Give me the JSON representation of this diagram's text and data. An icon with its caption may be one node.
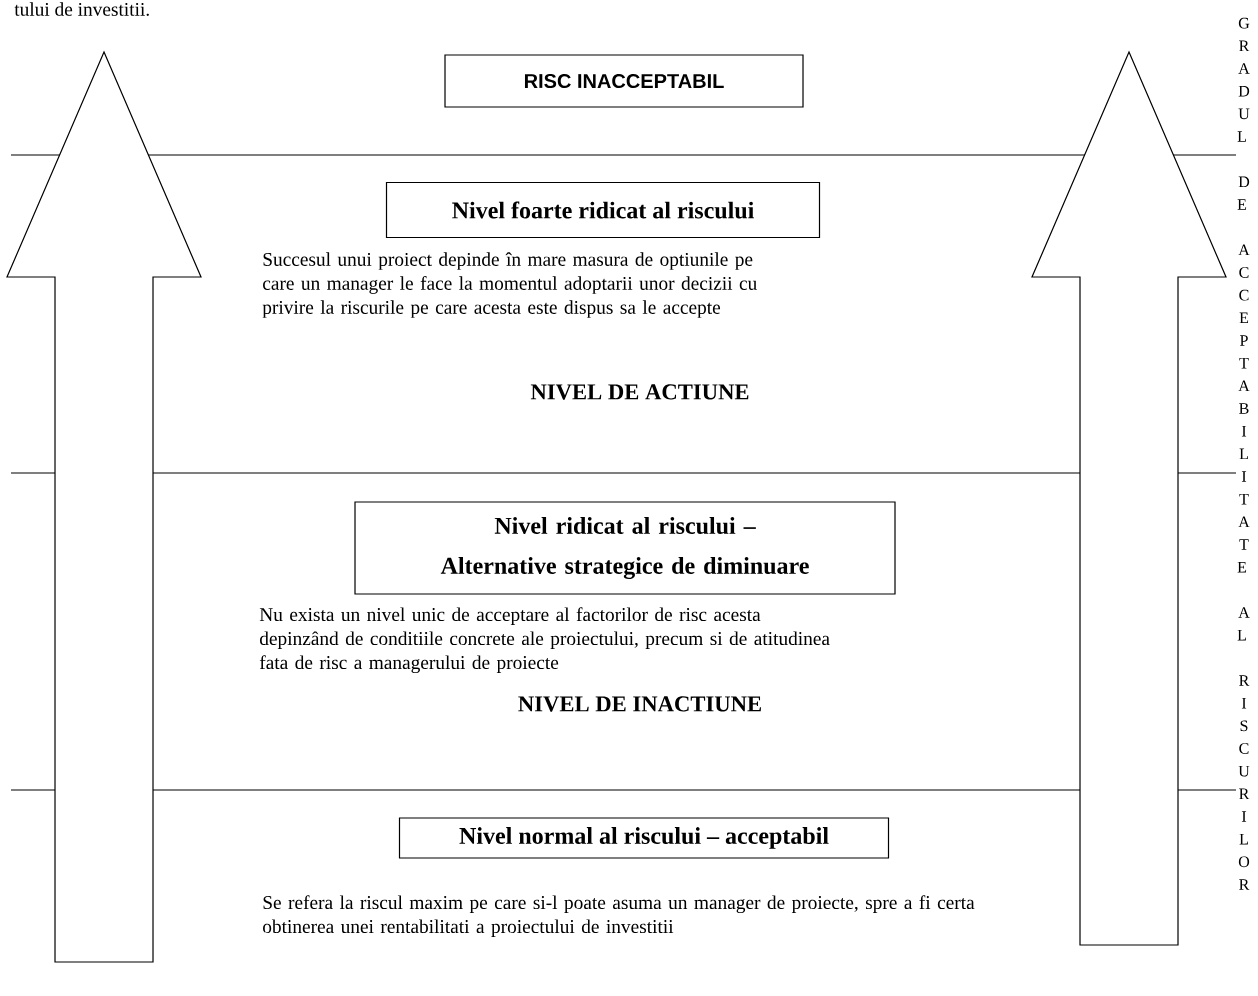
{
  "diagram": {
    "nodes": [
      {
        "text": [
          "RISC INACCEPTABIL"
        ]
      },
      {
        "text": [
          "Nivel foarte ridicat al riscului"
        ]
      },
      {
        "text": [
          "Nivel ridicat al riscului – Alternative strategice de diminuare"
        ]
      },
      {
        "text": [
          "Nivel normal al riscului – acceptabil"
        ]
      }
    ],
    "labels": [
      "tului de investitii.",
      "Succesul unui proiect depinde în mare masura de optiunile pe care un manager le face la momentul adoptarii unor decizii cu privire la riscurile pe care acesta este dispus sa le accepte",
      "NIVEL DE ACTIUNE",
      "Nu exista un nivel unic de acceptare al factorilor de risc acesta depinzând de conditiile concrete ale proiectului, precum si de atitudinea fata de risc a managerului de proiecte",
      "NIVEL DE INACTIUNE",
      "Se refera la riscul maxim pe care si-l poate asuma un manager de proiecte, spre a fi certa obtinerea unei rentabilitati a proiectului de investitii",
      "GRADUL DE ACCEPTABILITATE AL RISCURILOR"
    ]
  }
}
